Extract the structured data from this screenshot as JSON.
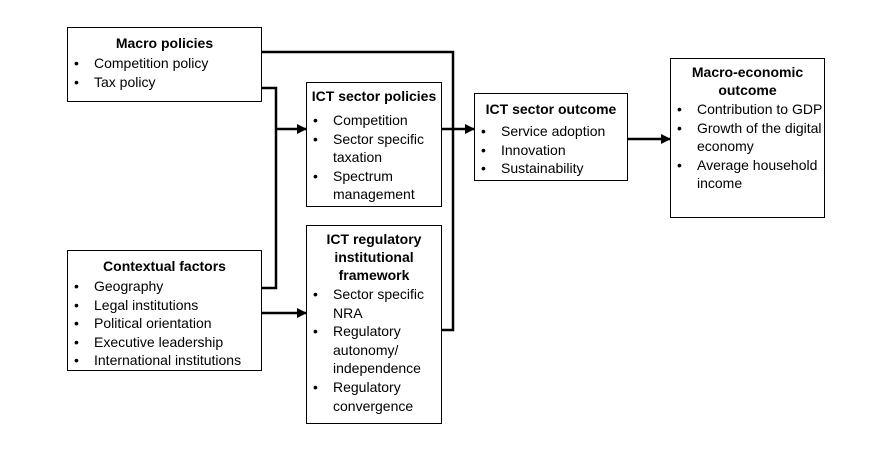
{
  "boxes": {
    "macro_policies": {
      "title": "Macro policies",
      "items": [
        "Competition policy",
        "Tax policy"
      ]
    },
    "contextual_factors": {
      "title": "Contextual factors",
      "items": [
        "Geography",
        "Legal institutions",
        "Political orientation",
        "Executive leadership",
        "International institutions"
      ]
    },
    "ict_sector_policies": {
      "title": "ICT sector policies",
      "items": [
        "Competition",
        "Sector specific taxation",
        "Spectrum management"
      ]
    },
    "ict_regulatory_framework": {
      "title": "ICT regulatory institutional framework",
      "items": [
        "Sector specific NRA",
        "Regulatory autonomy/ independence",
        "Regulatory convergence"
      ]
    },
    "ict_sector_outcome": {
      "title": "ICT sector outcome",
      "items": [
        "Service adoption",
        "Innovation",
        "Sustainability"
      ]
    },
    "macro_economic_outcome": {
      "title": "Macro-economic outcome",
      "items": [
        "Contribution to GDP",
        "Growth of the digital economy",
        "Average household income"
      ]
    }
  }
}
